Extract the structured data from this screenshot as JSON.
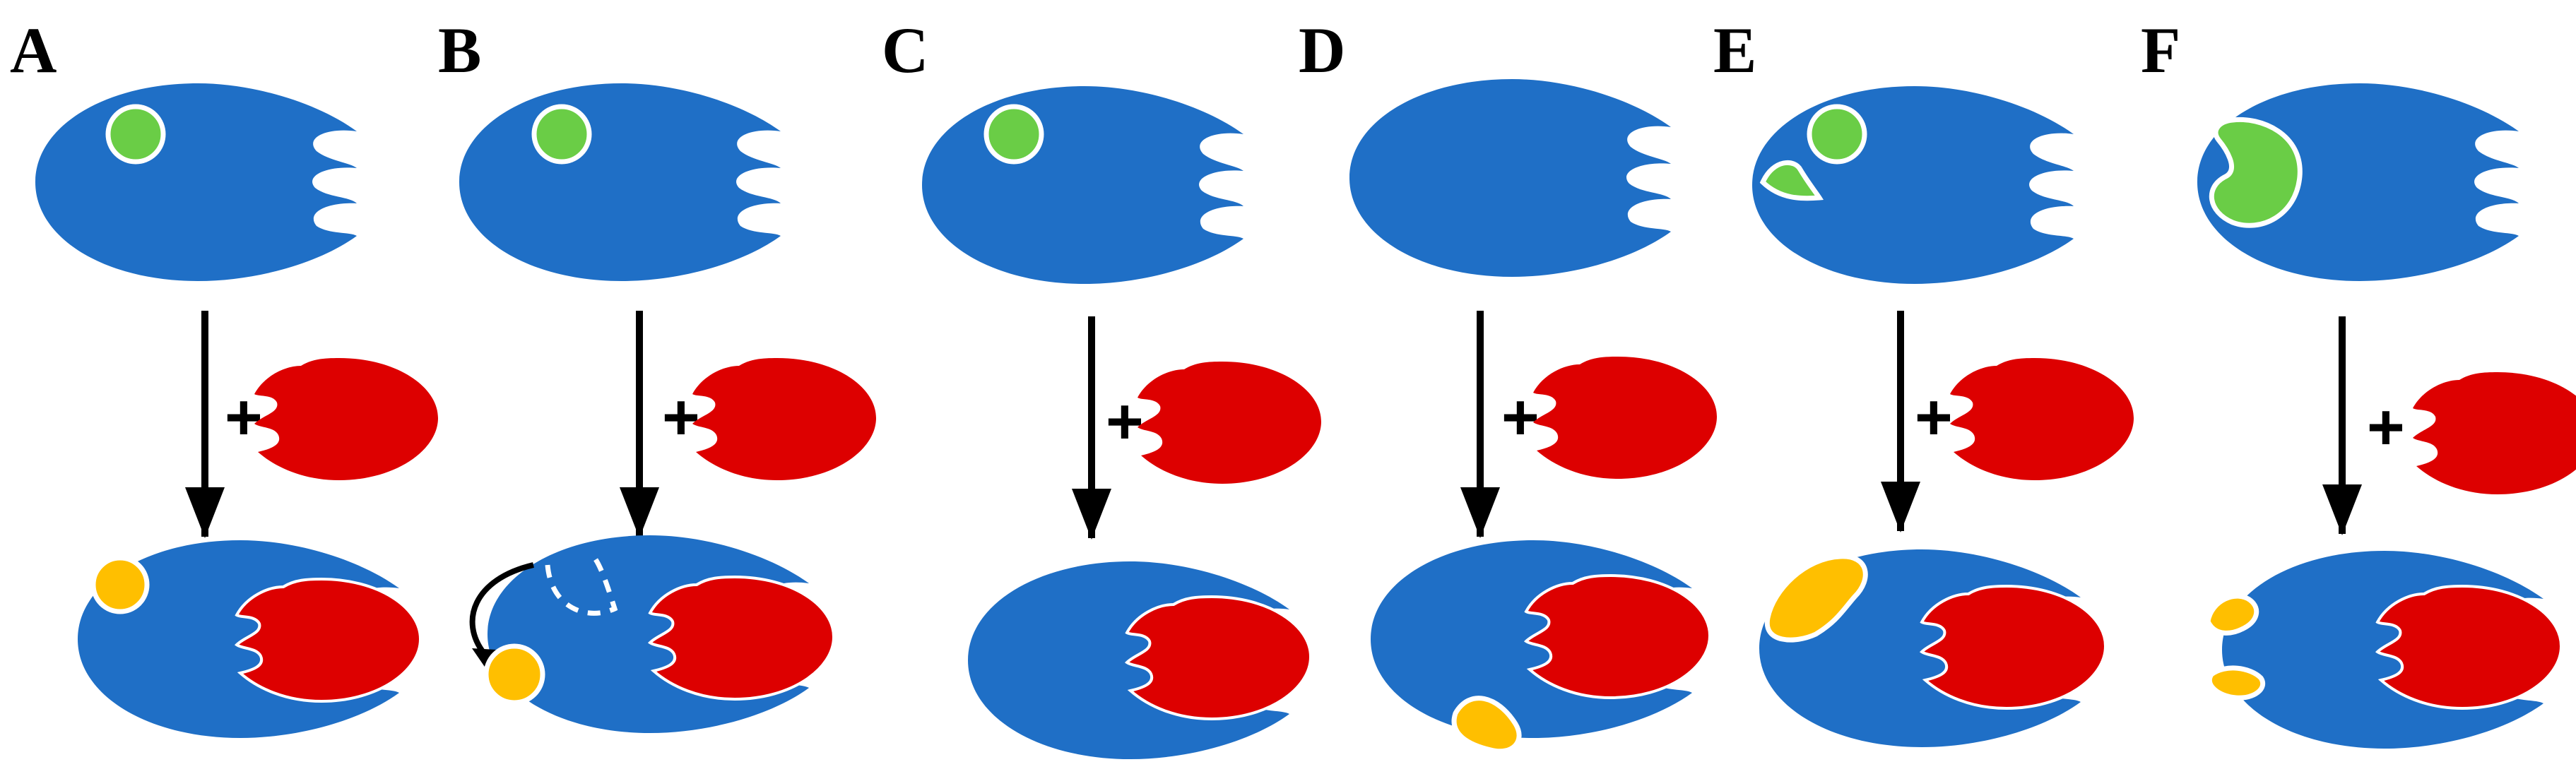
{
  "panels": [
    {
      "label": "A",
      "plus": "+"
    },
    {
      "label": "B",
      "plus": "+"
    },
    {
      "label": "C",
      "plus": "+"
    },
    {
      "label": "D",
      "plus": "+"
    },
    {
      "label": "E",
      "plus": "+"
    },
    {
      "label": "F",
      "plus": "+"
    }
  ],
  "colors": {
    "protein": "#1f6fc6",
    "partner": "#dd0000",
    "ligand_free": "#6acd46",
    "ligand_bound": "#ffbf00",
    "outline": "#ffffff",
    "arrow": "#000000"
  }
}
